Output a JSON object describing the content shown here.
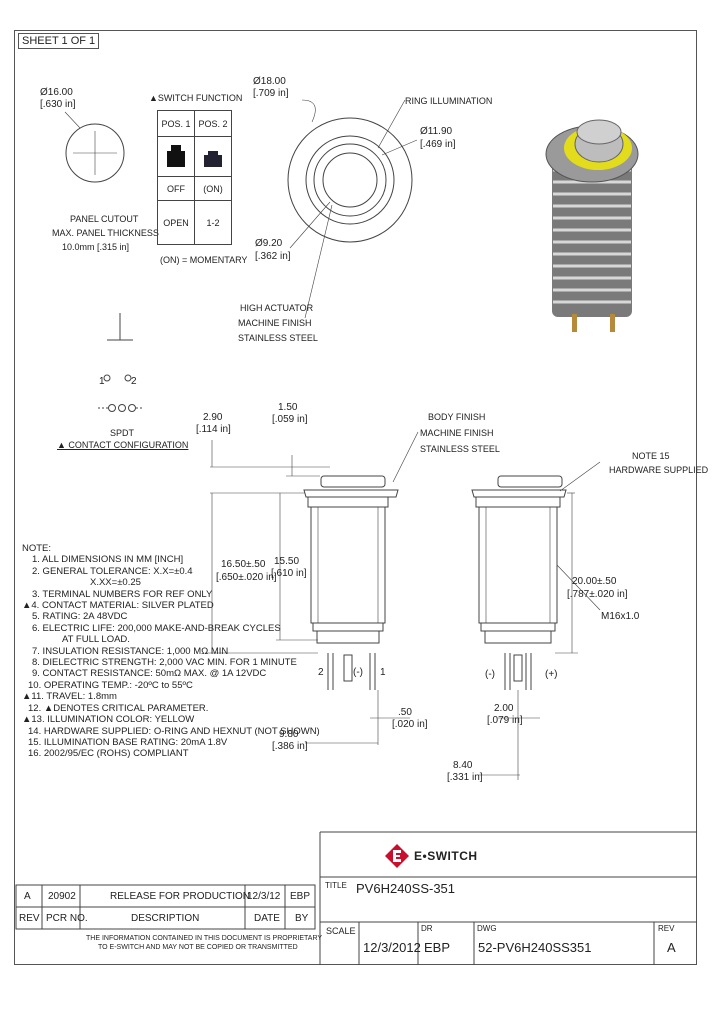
{
  "sheet_label": "SHEET 1 OF 1",
  "panel_cutout": {
    "dia": "Ø16.00",
    "dia_in": "[.630 in]",
    "caption": [
      "PANEL CUTOUT",
      "MAX. PANEL THICKNESS",
      "10.0mm [.315 in]"
    ]
  },
  "switch_function": {
    "title": "▲SWITCH FUNCTION",
    "headers": [
      "POS. 1",
      "POS. 2"
    ],
    "row_state": [
      "OFF",
      "(ON)"
    ],
    "row_contact": [
      "OPEN",
      "1-2"
    ],
    "footnote": "(ON) = MOMENTARY"
  },
  "top_view": {
    "d_outer": "Ø18.00",
    "d_outer_in": "[.709 in]",
    "ring": "RING ILLUMINATION",
    "d_ring": "Ø11.90",
    "d_ring_in": "[.469 in]",
    "d_actuator": "Ø9.20",
    "d_actuator_in": "[.362 in]",
    "actuator_note": [
      "HIGH ACTUATOR",
      "MACHINE FINISH",
      "STAINLESS STEEL"
    ]
  },
  "contact_config": {
    "p1": "1",
    "p2": "2",
    "type": "SPDT",
    "label": "▲ CONTACT CONFIGURATION"
  },
  "front_view": {
    "d290": "2.90",
    "d290_in": "[.114 in]",
    "d150": "1.50",
    "d150_in": "[.059 in]",
    "body_note": [
      "BODY FINISH",
      "MACHINE FINISH",
      "STAINLESS STEEL"
    ],
    "d1650": "16.50±.50",
    "d1650_in": "[.650±.020 in]",
    "d1550": "15.50",
    "d1550_in": "[.610 in]",
    "d980": "9.80",
    "d980_in": "[.386 in]",
    "d050": ".50",
    "d050_in": "[.020 in]",
    "pin2": "2",
    "pin_minus": "(-)",
    "pin1": "1"
  },
  "side_view": {
    "note15": [
      "NOTE 15",
      "HARDWARE SUPPLIED"
    ],
    "d2000": "20.00±.50",
    "d2000_in": "[.787±.020 in]",
    "thread": "M16x1.0",
    "d200": "2.00",
    "d200_in": "[.079 in]",
    "d840": "8.40",
    "d840_in": "[.331 in]",
    "pin_minus": "(-)",
    "pin_plus": "(+)"
  },
  "notes": [
    "NOTE:",
    "1. ALL DIMENSIONS IN MM [INCH]",
    "2. GENERAL TOLERANCE: X.X=±0.4",
    "X.XX=±0.25",
    "3. TERMINAL NUMBERS FOR REF ONLY",
    "▲4. CONTACT MATERIAL: SILVER PLATED",
    "5. RATING: 2A 48VDC",
    "6. ELECTRIC LIFE: 200,000 MAKE-AND-BREAK CYCLES",
    "AT FULL LOAD.",
    "7. INSULATION RESISTANCE: 1,000 MΩ MIN",
    "8. DIELECTRIC STRENGTH: 2,000 VAC MIN. FOR 1 MINUTE",
    "9. CONTACT RESISTANCE: 50mΩ MAX. @ 1A 12VDC",
    "10. OPERATING TEMP.: -20ºC to 55ºC",
    "▲11. TRAVEL: 1.8mm",
    "12. ▲DENOTES CRITICAL PARAMETER.",
    "▲13. ILLUMINATION COLOR: YELLOW",
    "14. HARDWARE SUPPLIED: O-RING AND HEXNUT (NOT SHOWN)",
    "15. ILLUMINATION BASE RATING: 20mA 1.8V",
    "16. 2002/95/EC (ROHS) COMPLIANT"
  ],
  "brand": "E•SWITCH",
  "revision_table": {
    "row": [
      "A",
      "20902",
      "RELEASE FOR PRODUCTION",
      "12/3/12",
      "EBP"
    ],
    "headers": [
      "REV",
      "PCR NO.",
      "DESCRIPTION",
      "DATE",
      "BY"
    ]
  },
  "disclaimer": [
    "THE INFORMATION CONTAINED IN THIS DOCUMENT IS PROPRIETARY",
    "TO E-SWITCH AND MAY NOT BE COPIED OR TRANSMITTED"
  ],
  "title_block": {
    "title_label": "TITLE",
    "title": "PV6H240SS-351",
    "scale_label": "SCALE",
    "date": "12/3/2012",
    "dr_label": "DR",
    "dr": "EBP",
    "dwg_label": "DWG",
    "dwg": "52-PV6H240SS351",
    "rev_label": "REV",
    "rev": "A"
  },
  "colors": {
    "line": "#444444",
    "ring": "#e3dc1c",
    "actuator": "#bdbdbd"
  }
}
